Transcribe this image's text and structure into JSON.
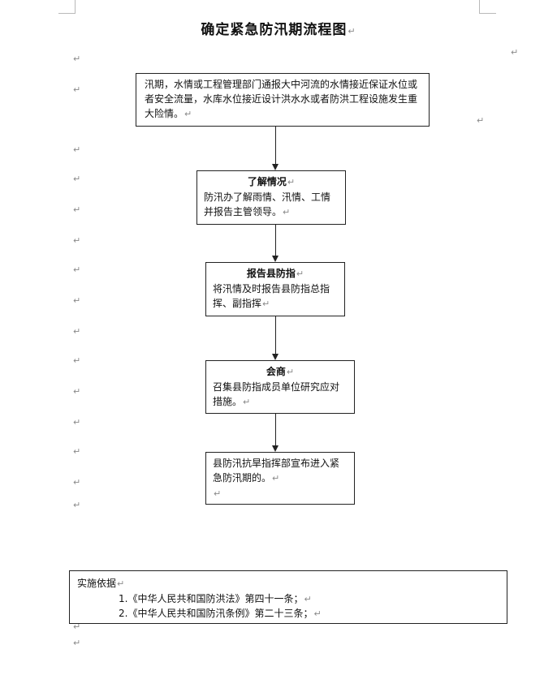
{
  "title": "确定紧急防汛期流程图",
  "paragraph_mark": "↵",
  "boxes": {
    "trigger": {
      "text": "汛期，水情或工程管理部门通报大中河流的水情接近保证水位或者安全流量，水库水位接近设计洪水水或者防洪工程设施发生重大险情。"
    },
    "understand": {
      "head": "了解情况",
      "text": "防汛办了解雨情、汛情、工情并报告主管领导。"
    },
    "report": {
      "head": "报告县防指",
      "text": "将汛情及时报告县防指总指挥、副指挥"
    },
    "consult": {
      "head": "会商",
      "text": "召集县防指成员单位研究应对措施。"
    },
    "declare": {
      "text": "县防汛抗旱指挥部宣布进入紧急防汛期的。"
    }
  },
  "basis": {
    "title": "实施依据",
    "items": [
      "1.《中华人民共和国防洪法》第四十一条；",
      "2.《中华人民共和国防汛条例》第二十三条；"
    ]
  }
}
